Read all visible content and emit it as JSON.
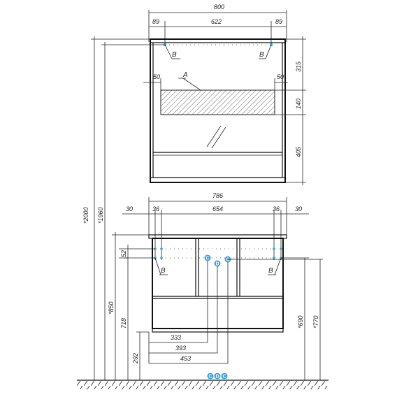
{
  "top_view": {
    "overall_width": "800",
    "side_left": "89",
    "center": "622",
    "side_right": "89",
    "mount_left": "50",
    "mount_right": "50",
    "height_top": "315",
    "height_mid": "140",
    "height_bottom": "405",
    "label_a": "A",
    "label_b_left": "B",
    "label_b_right": "B"
  },
  "cabinet": {
    "overall_width": "786",
    "edge_left": "30",
    "side_left": "36",
    "center": "654",
    "side_right": "36",
    "edge_right": "30",
    "offset_52": "52",
    "label_b_left": "B",
    "label_b_right": "B",
    "label_c_left": "C",
    "label_d": "D",
    "label_c_right": "C"
  },
  "bottom_dims": {
    "d333": "333",
    "d393": "393",
    "d453": "453",
    "d292": "292"
  },
  "heights": {
    "h2000": "*2000",
    "h1960": "*1960",
    "h850": "*850",
    "h718": "718",
    "h690": "*690",
    "h770": "*770"
  },
  "floor_markers": [
    "C",
    "D",
    "C"
  ],
  "colors": {
    "accent": "#38a3d9",
    "line": "#111111"
  }
}
